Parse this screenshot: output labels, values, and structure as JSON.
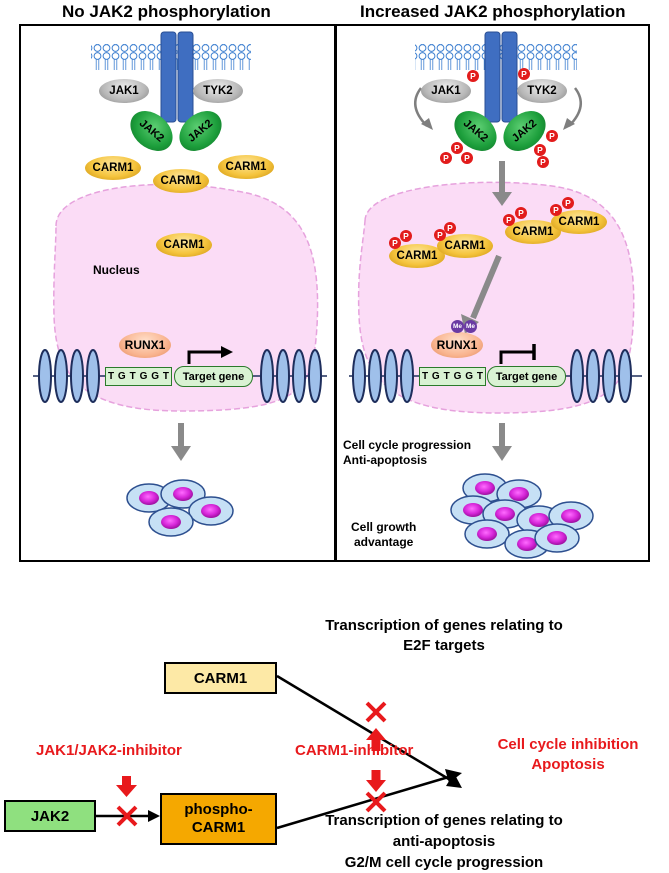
{
  "titles": {
    "left": "No JAK2 phosphorylation",
    "right": "Increased JAK2 phosphorylation"
  },
  "left_panel": {
    "jak1": "JAK1",
    "tyk2": "TYK2",
    "jak2_a": "JAK2",
    "jak2_b": "JAK2",
    "carm1_1": "CARM1",
    "carm1_2": "CARM1",
    "carm1_3": "CARM1",
    "carm1_nuc": "CARM1",
    "nucleus": "Nucleus",
    "runx1": "RUNX1",
    "sequence": [
      "T",
      "G",
      "T",
      "G",
      "G",
      "T"
    ],
    "target_gene": "Target gene"
  },
  "right_panel": {
    "jak1": "JAK1",
    "tyk2": "TYK2",
    "jak2_a": "JAK2",
    "jak2_b": "JAK2",
    "phospho": "P",
    "carm1_1": "CARM1",
    "carm1_2": "CARM1",
    "carm1_3": "CARM1",
    "carm1_4": "CARM1",
    "methyl": "Me",
    "runx1": "RUNX1",
    "sequence": [
      "T",
      "G",
      "T",
      "G",
      "G",
      "T"
    ],
    "target_gene": "Target gene",
    "cell_cycle_line1": "Cell cycle progression",
    "cell_cycle_line2": "Anti-apoptosis",
    "growth_line1": "Cell growth",
    "growth_line2": "advantage"
  },
  "bottom": {
    "carm1_box": "CARM1",
    "jak2_box": "JAK2",
    "phospho_line1": "phospho-",
    "phospho_line2": "CARM1",
    "e2f_line1": "Transcription of genes relating to",
    "e2f_line2": "E2F targets",
    "jak_inhibitor": "JAK1/JAK2-inhibitor",
    "carm1_inhibitor": "CARM1-inhibitor",
    "outcome_line1": "Cell cycle inhibition",
    "outcome_line2": "Apoptosis",
    "anti_line1": "Transcription of genes relating to",
    "anti_line2": "anti-apoptosis",
    "anti_line3": "G2/M cell cycle progression"
  },
  "colors": {
    "carm1_box": "#fde9a6",
    "jak2_box": "#8fe07f",
    "phospho_box": "#f5a800",
    "inhibit_red": "#e8191c",
    "receptor_blue": "#3f6ec1",
    "nucleus_pink": "#fbdcf6"
  }
}
